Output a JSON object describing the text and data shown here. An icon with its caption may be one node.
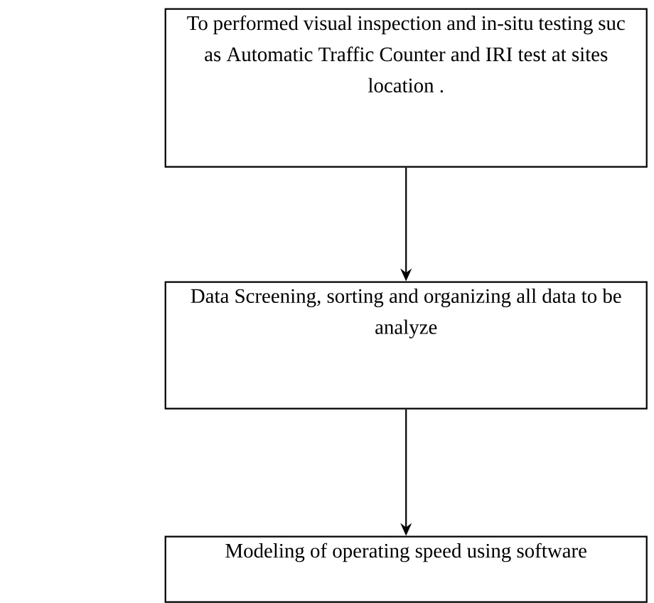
{
  "diagram": {
    "nodes": [
      {
        "text": [
          "To performed visual inspection and in-situ testing suc as Automatic Traffic Counter and IRI test at sites location ."
        ]
      },
      {
        "text": [
          "Data Screening, sorting and organizing all data to be analyze"
        ]
      },
      {
        "text": [
          "Modeling of operating speed using software"
        ]
      }
    ],
    "edges": [
      {
        "from": 0,
        "to": 1,
        "arrow": "to"
      },
      {
        "from": 1,
        "to": 2,
        "arrow": "to"
      }
    ]
  }
}
